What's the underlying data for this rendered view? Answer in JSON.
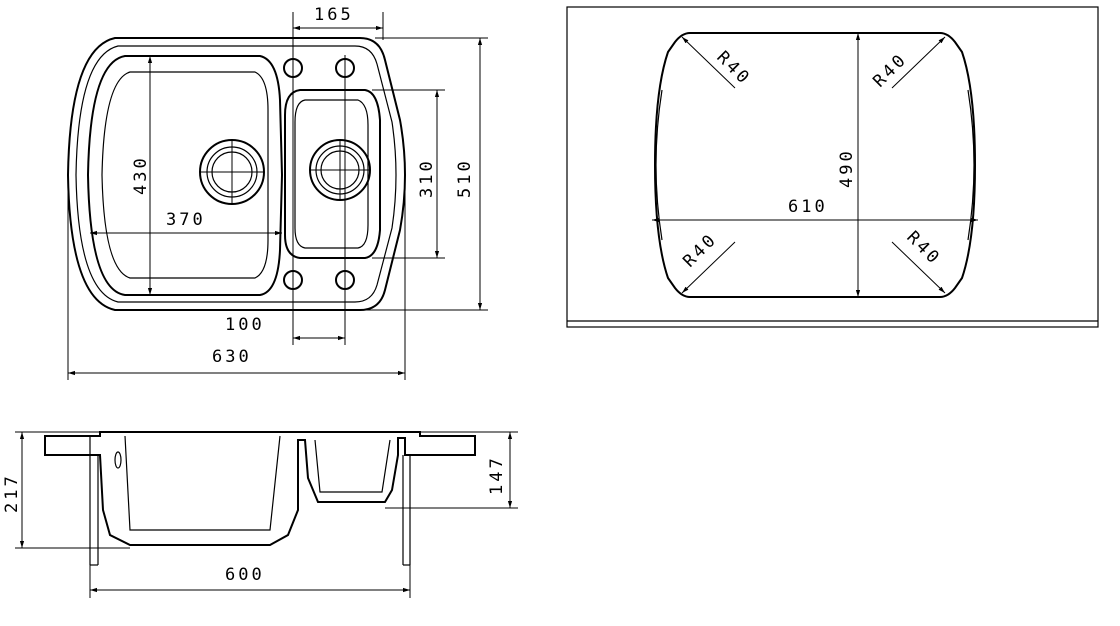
{
  "plan_view": {
    "dim_holes_spacing": "165",
    "dim_left_bowl_depth": "430",
    "dim_left_bowl_width": "370",
    "dim_right_bowl_depth": "310",
    "dim_total_depth": "510",
    "dim_hole_offset": "100",
    "dim_total_width": "630"
  },
  "cutout_view": {
    "dim_height": "490",
    "dim_width": "610",
    "radius_labels": [
      "R40",
      "R40",
      "R40",
      "R40"
    ]
  },
  "side_view": {
    "dim_total_height": "217",
    "dim_small_bowl_height": "147",
    "dim_base_width": "600"
  }
}
